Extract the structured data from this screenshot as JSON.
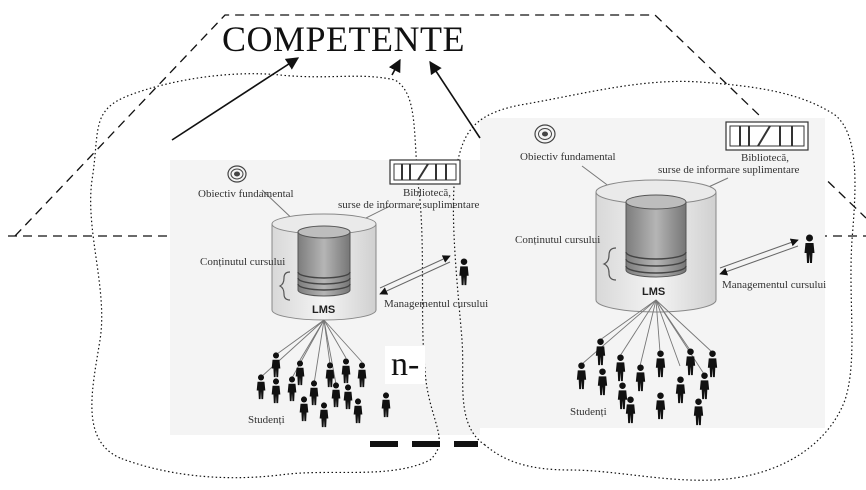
{
  "title": "COMPETENTE",
  "n_label": "n-",
  "colors": {
    "ink": "#111111",
    "label": "#333333",
    "cylinder": "#9a9a9a",
    "panel": "#f2f2f2"
  },
  "panels": [
    {
      "objective": "Obiectiv fundamental",
      "library": "Bibliotecă,",
      "library_sub": "surse de informare suplimentare",
      "content": "Conținutul cursului",
      "lms": "LMS",
      "management": "Managementul cursului",
      "students": "Studenți"
    },
    {
      "objective": "Obiectiv fundamental",
      "library": "Bibliotecă,",
      "library_sub": "surse de informare suplimentare",
      "content": "Conținutul cursului",
      "lms": "LMS",
      "management": "Managementul cursului",
      "students": "Studenți"
    }
  ]
}
